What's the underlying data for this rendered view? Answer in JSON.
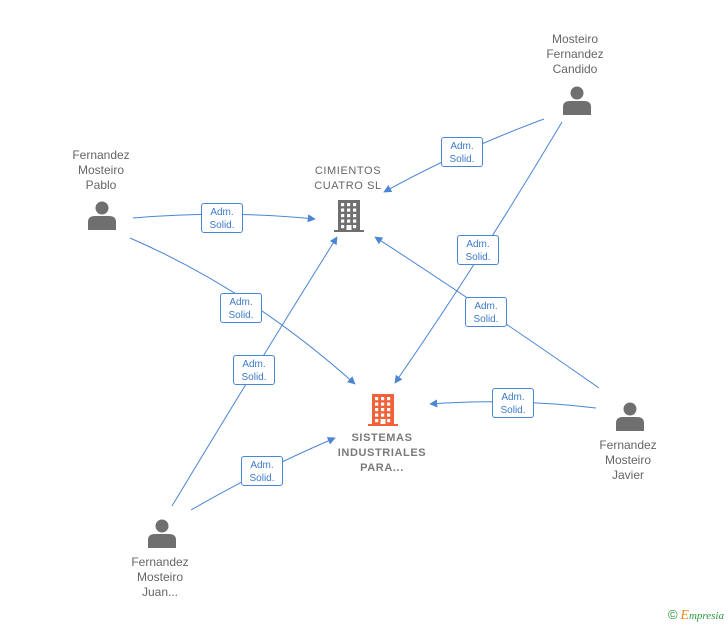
{
  "people": [
    {
      "id": "pablo",
      "label": "Fernandez\nMosteiro\nPablo"
    },
    {
      "id": "candido",
      "label": "Mosteiro\nFernandez\nCandido"
    },
    {
      "id": "javier",
      "label": "Fernandez\nMosteiro\nJavier"
    },
    {
      "id": "juan",
      "label": "Fernandez\nMosteiro\nJuan..."
    }
  ],
  "companies": [
    {
      "id": "cimientos",
      "label": "CIMIENTOS\nCUATRO  SL",
      "color": "#6f6f6f"
    },
    {
      "id": "sistemas",
      "label": "SISTEMAS\nINDUSTRIALES\nPARA...",
      "color": "#f0623a"
    }
  ],
  "edges": [
    {
      "from": "pablo",
      "to": "cimientos",
      "label": "Adm.\nSolid."
    },
    {
      "from": "pablo",
      "to": "sistemas",
      "label": "Adm.\nSolid."
    },
    {
      "from": "candido",
      "to": "cimientos",
      "label": "Adm.\nSolid."
    },
    {
      "from": "candido",
      "to": "sistemas",
      "label": "Adm.\nSolid."
    },
    {
      "from": "javier",
      "to": "cimientos",
      "label": "Adm.\nSolid."
    },
    {
      "from": "javier",
      "to": "sistemas",
      "label": "Adm.\nSolid."
    },
    {
      "from": "juan",
      "to": "cimientos",
      "label": "Adm.\nSolid."
    },
    {
      "from": "juan",
      "to": "sistemas",
      "label": "Adm.\nSolid."
    }
  ],
  "colors": {
    "edge": "#4a86d4",
    "person_icon": "#6f6f6f"
  },
  "footer": {
    "copyright": "©",
    "brand_first": "E",
    "brand_rest": "mpresia"
  }
}
